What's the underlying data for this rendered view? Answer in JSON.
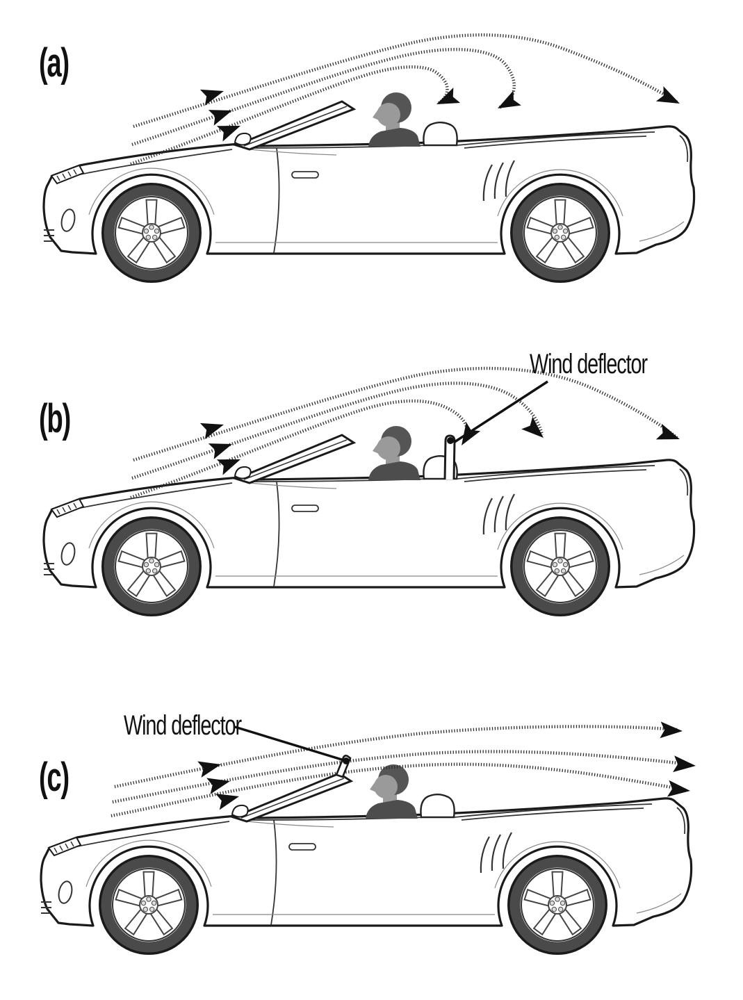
{
  "figure": {
    "background": "#ffffff",
    "ink": "#1a1a1a",
    "airflow_color": "#2e2e2e",
    "tire_color": "#4a4a4a",
    "driver": {
      "hair": "#555555",
      "skin": "#9a9a9a",
      "shirt": "#4d4d4d"
    },
    "panels": [
      {
        "label": "(a)"
      },
      {
        "label": "(b)",
        "annotation": "Wind deflector"
      },
      {
        "label": "(c)",
        "annotation": "Wind deflector"
      }
    ],
    "icons": {
      "airflow_arrowhead": "solid triangular arrowhead on dashed streamline",
      "leader_dot": "filled circle at end of callout leader line"
    }
  }
}
